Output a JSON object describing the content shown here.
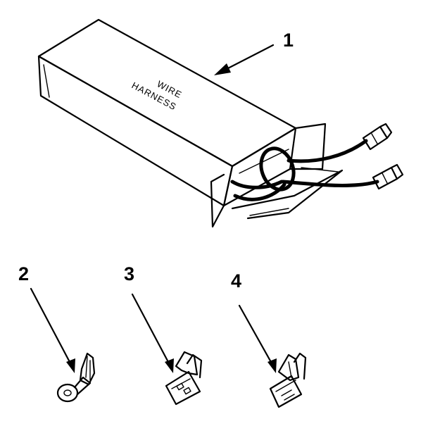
{
  "box": {
    "label_line1": "WIRE",
    "label_line2": "HARNESS"
  },
  "callouts": {
    "box": "1",
    "ring_terminal": "2",
    "flag_terminal": "3",
    "quick_disconnect": "4"
  },
  "colors": {
    "ink": "#000000",
    "paper": "#ffffff"
  }
}
